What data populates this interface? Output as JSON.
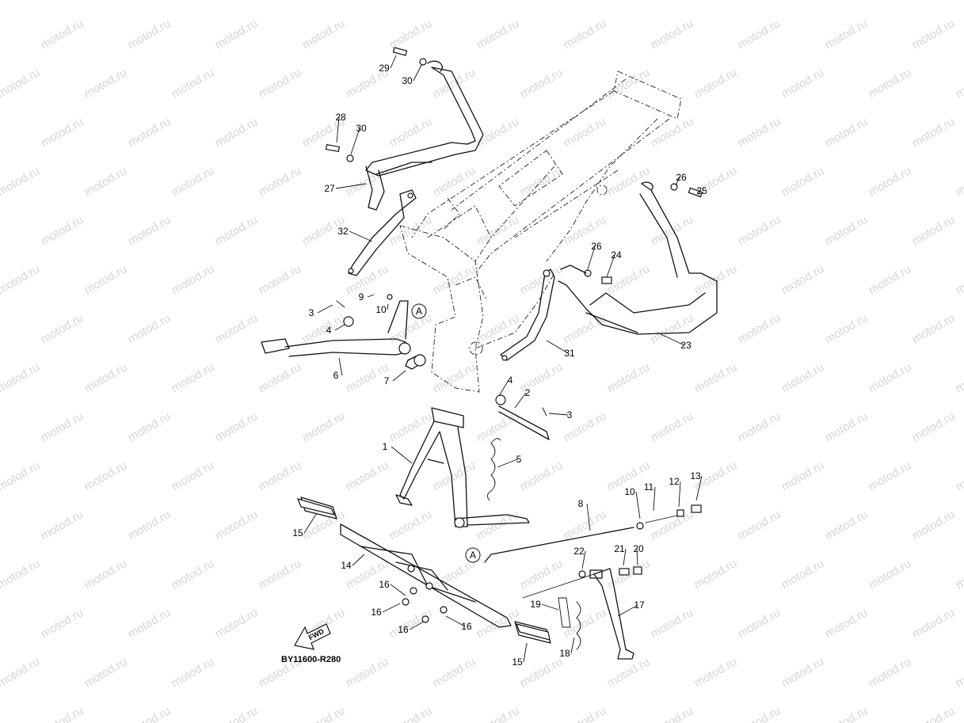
{
  "watermark": "motod.ru",
  "diagram_code": "BY11600-R280",
  "fwd_label": "FWD",
  "ref_marker": "A",
  "callouts": [
    "1",
    "2",
    "3",
    "3",
    "4",
    "4",
    "5",
    "6",
    "7",
    "8",
    "9",
    "10",
    "10",
    "11",
    "12",
    "13",
    "14",
    "15",
    "15",
    "16",
    "16",
    "16",
    "16",
    "17",
    "18",
    "19",
    "20",
    "21",
    "22",
    "23",
    "24",
    "25",
    "26",
    "26",
    "27",
    "28",
    "29",
    "30",
    "30",
    "31",
    "32"
  ]
}
